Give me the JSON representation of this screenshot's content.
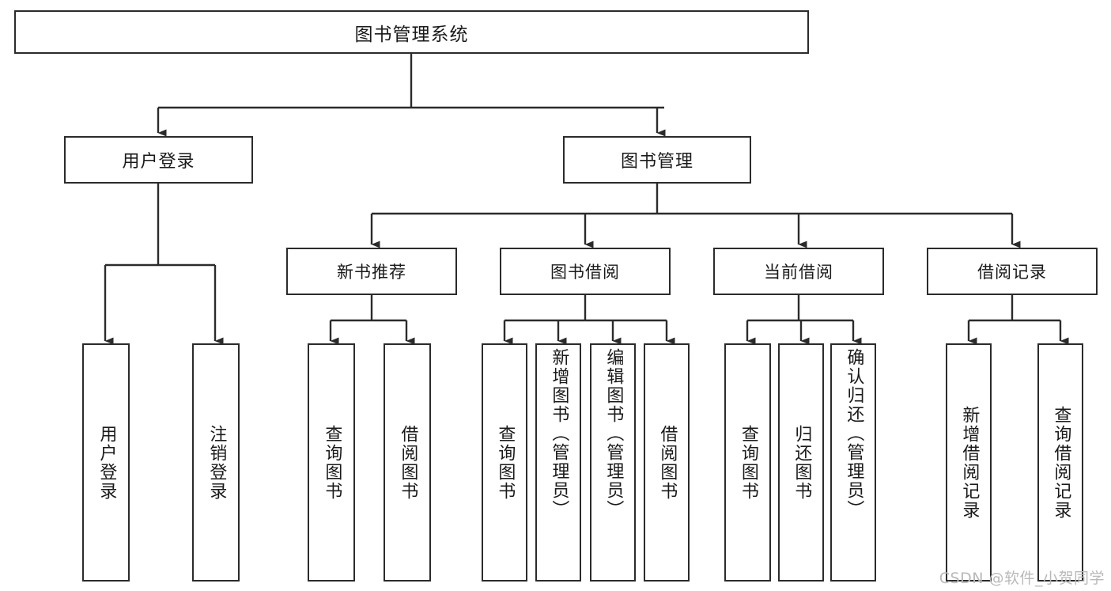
{
  "diagram": {
    "title": "图书管理系统",
    "type": "tree-hierarchy-diagram",
    "watermark": "CSDN @软件_小贺同学",
    "colors": {
      "box_border": "#2b2b2b",
      "box_fill": "#ffffff",
      "connector": "#2b2b2b",
      "text": "#1a1a1a",
      "watermark": "#b9b9b9",
      "background": "#ffffff"
    },
    "root": {
      "label": "图书管理系统"
    },
    "level1": [
      {
        "label": "用户登录"
      },
      {
        "label": "图书管理"
      }
    ],
    "level2": [
      {
        "label": "新书推荐"
      },
      {
        "label": "图书借阅"
      },
      {
        "label": "当前借阅"
      },
      {
        "label": "借阅记录"
      }
    ],
    "leaves": {
      "user_login": [
        {
          "label": "用户登录"
        },
        {
          "label": "注销登录"
        }
      ],
      "new_book_recommend": [
        {
          "label": "查询图书"
        },
        {
          "label": "借阅图书"
        }
      ],
      "book_borrow": [
        {
          "label": "查询图书"
        },
        {
          "label": "新增图书（管理员）"
        },
        {
          "label": "编辑图书（管理员）"
        },
        {
          "label": "借阅图书"
        }
      ],
      "current_borrow": [
        {
          "label": "查询图书"
        },
        {
          "label": "归还图书"
        },
        {
          "label": "确认归还（管理员）"
        }
      ],
      "borrow_record": [
        {
          "label": "新增借阅记录"
        },
        {
          "label": "查询借阅记录"
        }
      ]
    }
  }
}
